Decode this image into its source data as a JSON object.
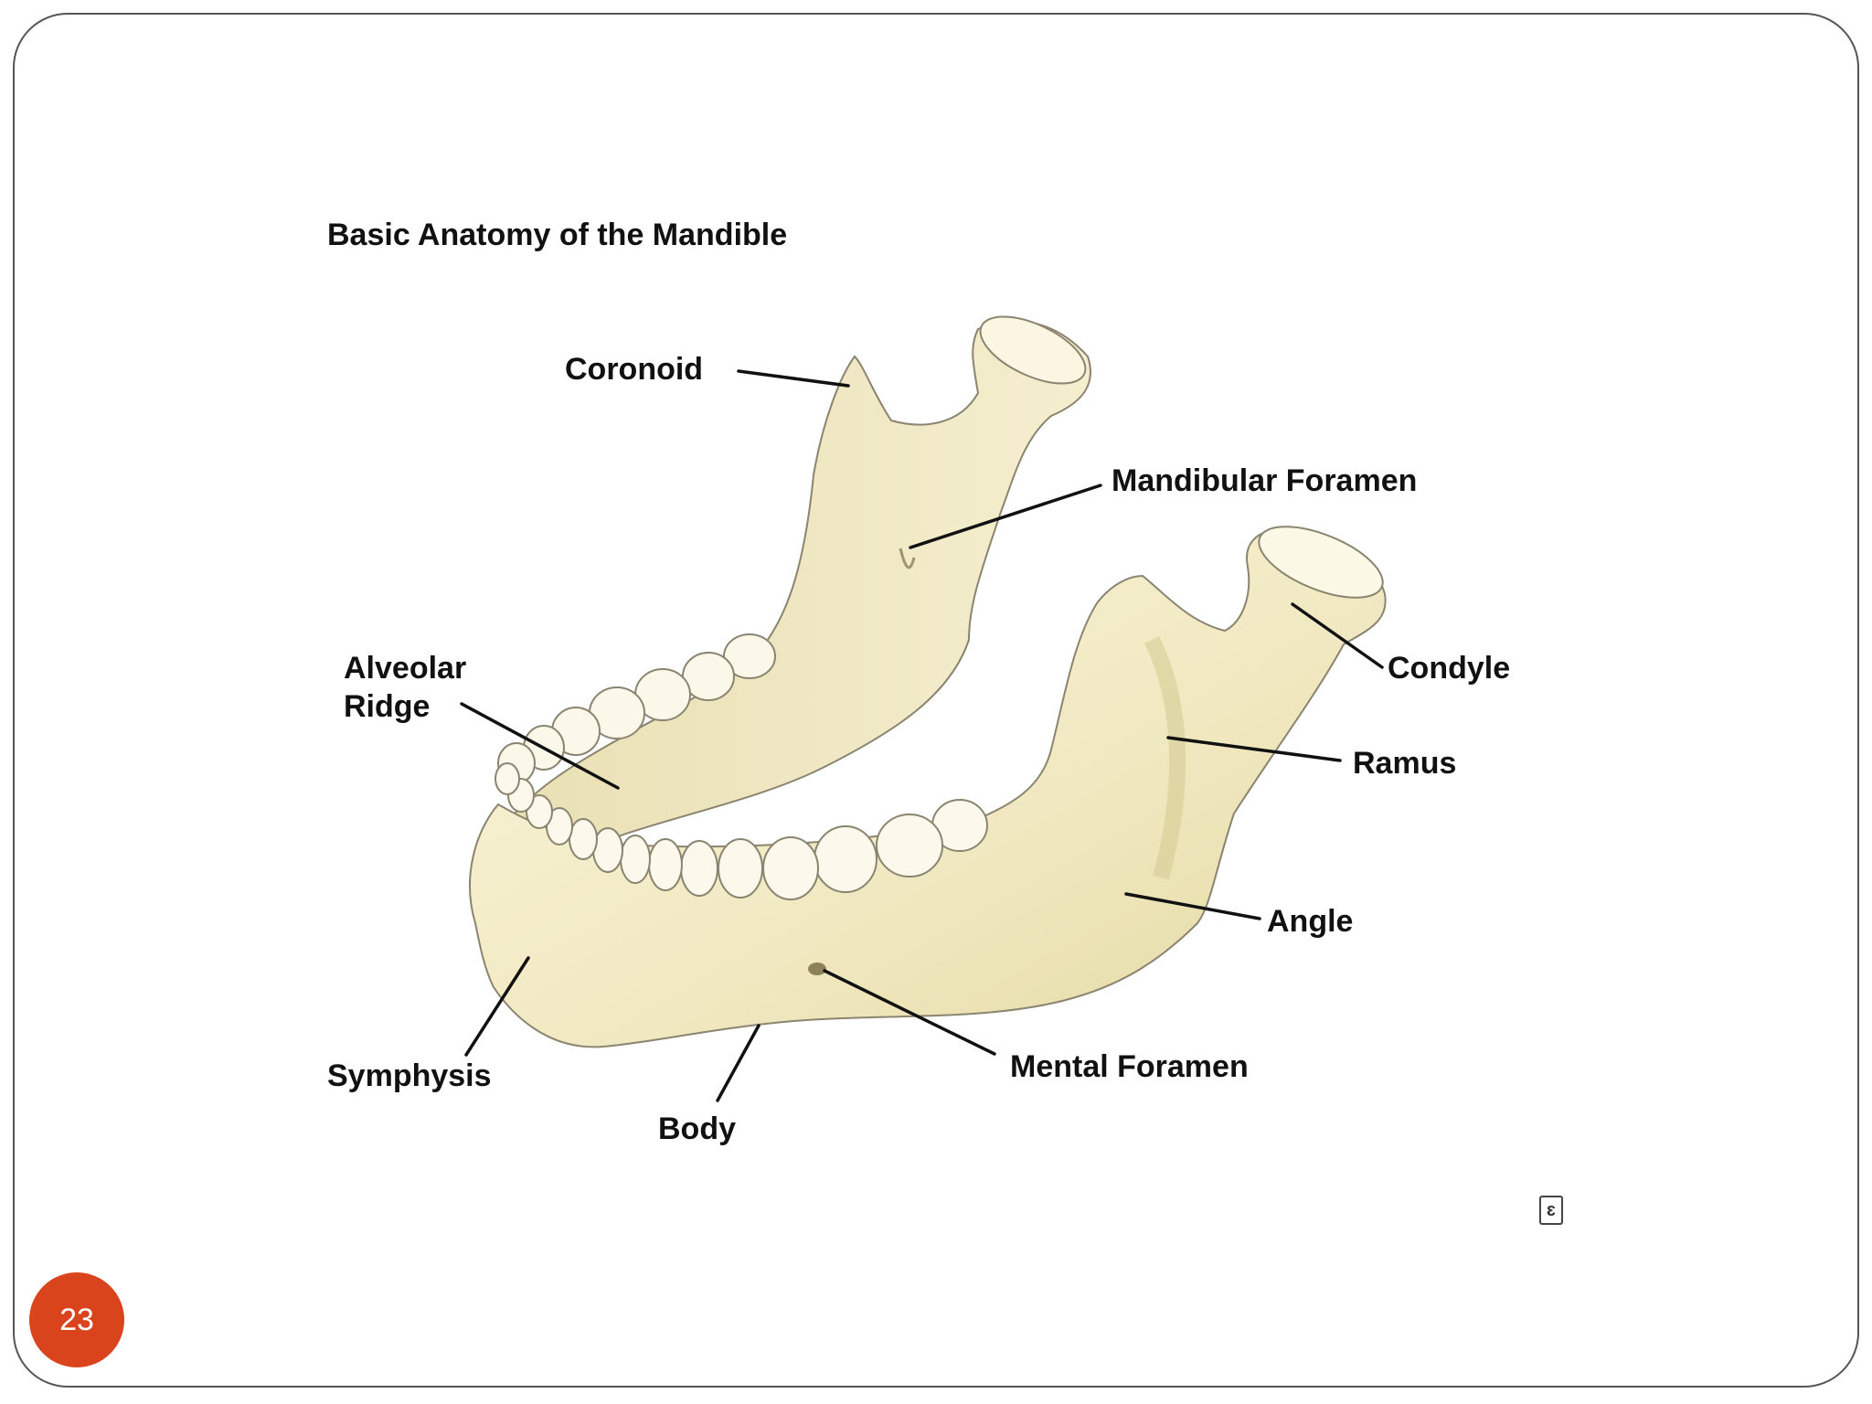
{
  "figure": {
    "title": "Basic Anatomy of the Mandible"
  },
  "labels": {
    "coronoid": "Coronoid",
    "mandibular_foramen": "Mandibular Foramen",
    "alveolar_ridge_line1": "Alveolar",
    "alveolar_ridge_line2": "Ridge",
    "condyle": "Condyle",
    "ramus": "Ramus",
    "angle": "Angle",
    "symphysis": "Symphysis",
    "body": "Body",
    "mental_foramen": "Mental Foramen"
  },
  "slide": {
    "page_number": "23"
  },
  "colors": {
    "bone": "#f3edc9",
    "bone_shadow": "#d9cf96",
    "tooth": "#fbf8ea",
    "outline": "#8a8470",
    "leader": "#111111",
    "badge": "#d9441c"
  }
}
